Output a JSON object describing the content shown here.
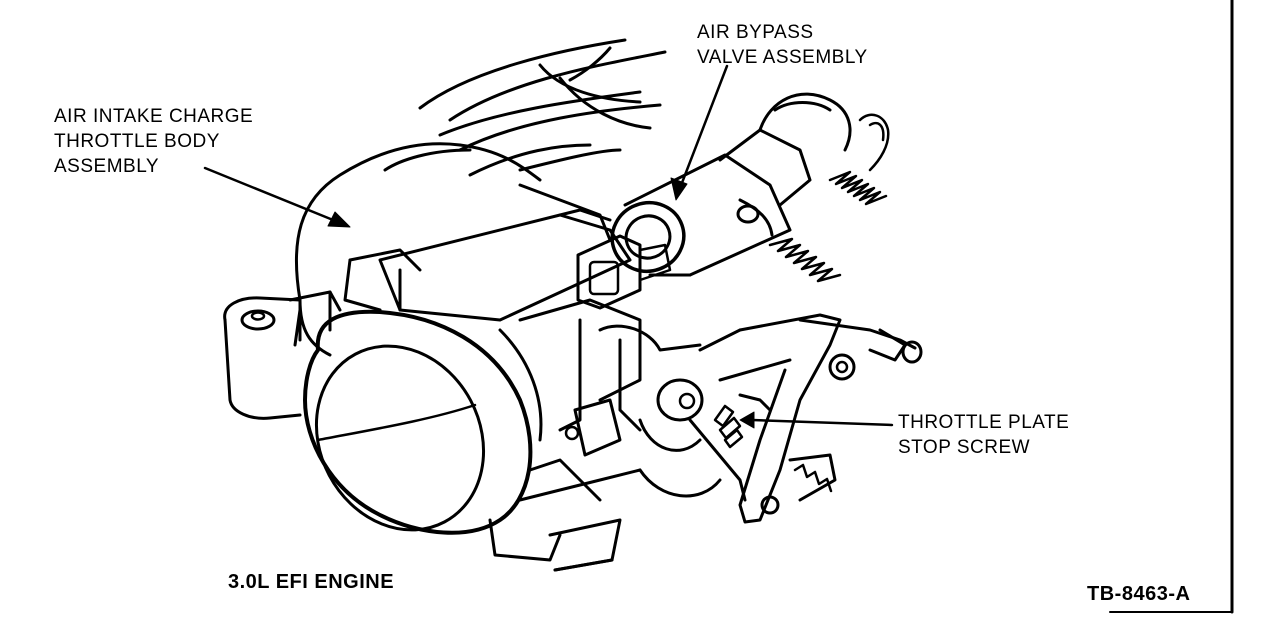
{
  "labels": {
    "intake": {
      "line1": "AIR INTAKE CHARGE",
      "line2": "THROTTLE BODY",
      "line3": "ASSEMBLY"
    },
    "bypass": {
      "line1": "AIR BYPASS",
      "line2": "VALVE ASSEMBLY"
    },
    "stop_screw": {
      "line1": "THROTTLE PLATE",
      "line2": "STOP SCREW"
    },
    "engine": "3.0L EFI ENGINE",
    "figure_id": "TB-8463-A"
  },
  "colors": {
    "ink": "#000000",
    "paper": "#ffffff"
  }
}
